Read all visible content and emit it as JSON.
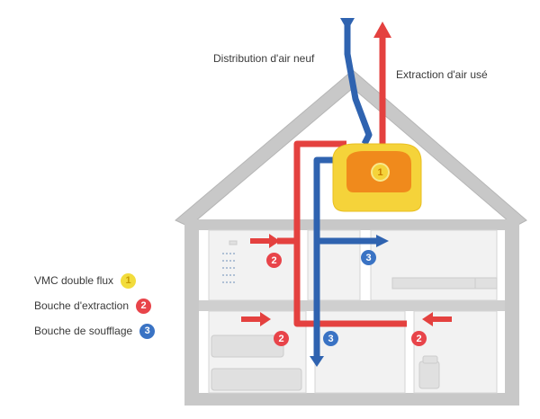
{
  "labels": {
    "distribution": "Distribution d'air neuf",
    "extraction": "Extraction d'air usé"
  },
  "legend": [
    {
      "num": "1",
      "text": "VMC double flux",
      "color": "#f2dc3c",
      "fg": "#c79a00"
    },
    {
      "num": "2",
      "text": "Bouche d'extraction",
      "color": "#e8444a",
      "fg": "#ffffff"
    },
    {
      "num": "3",
      "text": "Bouche de soufflage",
      "color": "#3a73c4",
      "fg": "#ffffff"
    }
  ],
  "badges": {
    "unit": "1",
    "upper_extract": "2",
    "upper_supply": "3",
    "lower_extract_left": "2",
    "lower_supply": "3",
    "lower_extract_right": "2"
  },
  "colors": {
    "house": "#c9c9c9",
    "fresh_air": "#2f63b0",
    "stale_air": "#e4413f",
    "unit": "#f5d33a",
    "unit_core": "#f08a1c"
  }
}
